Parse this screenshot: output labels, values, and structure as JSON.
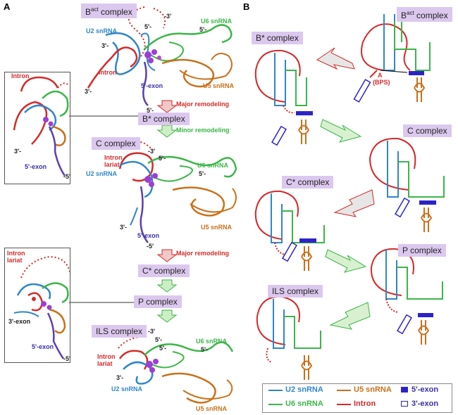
{
  "panels": {
    "a": "A",
    "b": "B"
  },
  "panel_a": {
    "stages": {
      "bact": "B",
      "bact_sup": "act",
      "bact_rest": " complex",
      "bstar": "B* complex",
      "c": "C complex",
      "cstar": "C* complex",
      "p": "P complex",
      "ils": "ILS complex"
    },
    "remodeling": {
      "major1": "Major remodeling",
      "minor": "Minor remodeling",
      "major2": "Major remodeling"
    },
    "bact_labels": {
      "u2": "U2 snRNA",
      "u6": "U6 snRNA",
      "u5": "U5 snRNA",
      "intron": "Intron",
      "exon5": "5'-exon",
      "three_a": "3'-",
      "three_b": "3'-",
      "five_a": "5'-",
      "five_b": "5'-",
      "five_c": "5'-",
      "three_c": "-3'"
    },
    "inset1_labels": {
      "intron": "Intron",
      "three": "3'-",
      "exon5": "5'-exon",
      "five": "-5'"
    },
    "c_labels": {
      "intron": "Intron",
      "lariat": "lariat",
      "u2": "U2 snRNA",
      "u6": "U6 snRNA",
      "u5": "U5 snRNA",
      "exon5": "5'-exon",
      "three_a": "-3'",
      "three_b": "3'-",
      "five_a": "5'-",
      "five_b": "5'-",
      "five_c": "-5'"
    },
    "inset2_labels": {
      "intron": "Intron",
      "lariat": "lariat",
      "exon3": "3'-exon",
      "exon5": "5'-exon",
      "five": "-5'"
    },
    "ils_labels": {
      "intron": "Intron",
      "lariat": "lariat",
      "u2": "U2 snRNA",
      "u6": "U6 snRNA",
      "u5": "U5 snRNA",
      "three_a": "-3'",
      "three_b": "3'-",
      "five_a": "5'-",
      "five_b": "5'-",
      "five_c": "5'-"
    }
  },
  "panel_b": {
    "stages": {
      "bact": "B",
      "bact_sup": "act",
      "bact_rest": " complex",
      "bstar": "B* complex",
      "c": "C complex",
      "cstar": "C* complex",
      "p": "P complex",
      "ils": "ILS complex"
    },
    "bps_a": "A",
    "bps_b": "(BPS)"
  },
  "legend": {
    "u2": "U2 snRNA",
    "u6": "U6 snRNA",
    "u5": "U5 snRNA",
    "intron": "Intron",
    "exon5": "5'-exon",
    "exon3": "3'-exon"
  },
  "colors": {
    "u2": "#2f86c9",
    "u6": "#3cb54a",
    "u5": "#c9701a",
    "intron": "#d42a2a",
    "exon": "#2b23c8",
    "stage_bg": "#dcc8ee"
  }
}
